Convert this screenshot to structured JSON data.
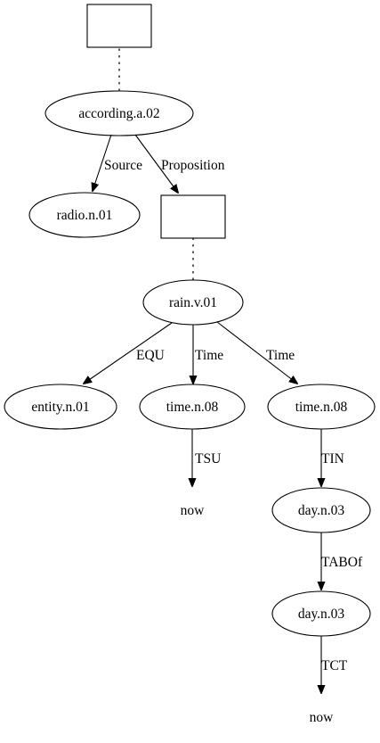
{
  "nodes": {
    "box_top": {
      "label": ""
    },
    "according": {
      "label": "according.a.02"
    },
    "radio": {
      "label": "radio.n.01"
    },
    "box_mid": {
      "label": ""
    },
    "rain": {
      "label": "rain.v.01"
    },
    "entity": {
      "label": "entity.n.01"
    },
    "time_a": {
      "label": "time.n.08"
    },
    "now_a": {
      "label": "now"
    },
    "time_b": {
      "label": "time.n.08"
    },
    "day_a": {
      "label": "day.n.03"
    },
    "day_b": {
      "label": "day.n.03"
    },
    "now_b": {
      "label": "now"
    }
  },
  "edges": {
    "boxtop_according": {
      "label": ""
    },
    "according_radio": {
      "label": "Source"
    },
    "according_boxmid": {
      "label": "Proposition"
    },
    "boxmid_rain": {
      "label": ""
    },
    "rain_entity": {
      "label": "EQU"
    },
    "rain_time_a": {
      "label": "Time"
    },
    "rain_time_b": {
      "label": "Time"
    },
    "time_a_now_a": {
      "label": "TSU"
    },
    "time_b_day_a": {
      "label": "TIN"
    },
    "day_a_day_b": {
      "label": "TABOf"
    },
    "day_b_now_b": {
      "label": "TCT"
    }
  }
}
